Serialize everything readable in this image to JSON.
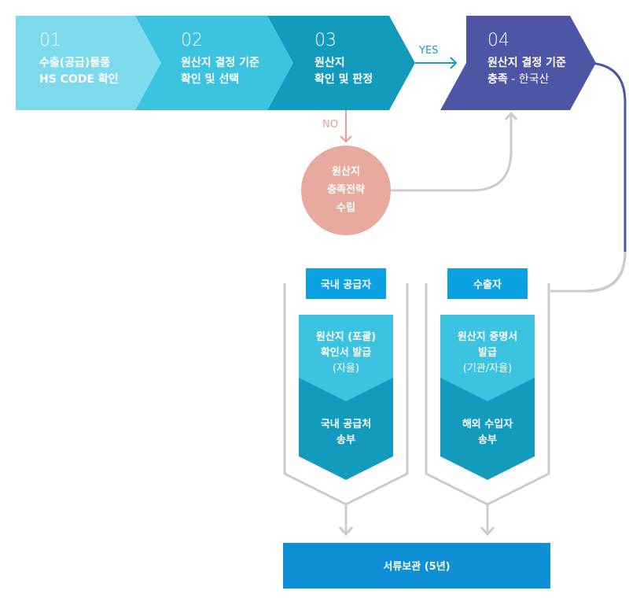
{
  "steps": [
    {
      "num": "01",
      "line1": "수출(공급)물품",
      "line2": "HS CODE 확인",
      "color": "#7dd9ec"
    },
    {
      "num": "02",
      "line1": "원산지 결정 기준",
      "line2": "확인 및 선택",
      "color": "#3bc3df"
    },
    {
      "num": "03",
      "line1": "원산지",
      "line2": "확인 및 판정",
      "color": "#139bbd"
    },
    {
      "num": "04",
      "line1": "원산지 결정 기준",
      "line2a": "충족",
      "line2b": " - 한국산",
      "color": "#4f55a5"
    }
  ],
  "yes_label": "YES",
  "no_label": "NO",
  "strategy": {
    "lines": [
      "원산지",
      "충족전략",
      "수립"
    ],
    "color": "#e8a99f"
  },
  "domestic": {
    "header": "국내 공급자",
    "box1": [
      "원산지 (포괄)",
      "확인서 발급",
      "(자율)"
    ],
    "box2": [
      "국내 공급처",
      "송부"
    ]
  },
  "exporter": {
    "header": "수출자",
    "box1": [
      "원산지 증명서",
      "발급",
      "(기관/자율)"
    ],
    "box2": [
      "해외 수입자",
      "송부"
    ]
  },
  "archive": "서류보관 (5년)",
  "colors": {
    "header_blue": "#0aa2e2",
    "box_light": "#3bc3df",
    "box_dark": "#139bbd",
    "archive": "#0f8fd6",
    "connector_gray": "#cccccc",
    "connector_purple": "#4f55a5"
  }
}
